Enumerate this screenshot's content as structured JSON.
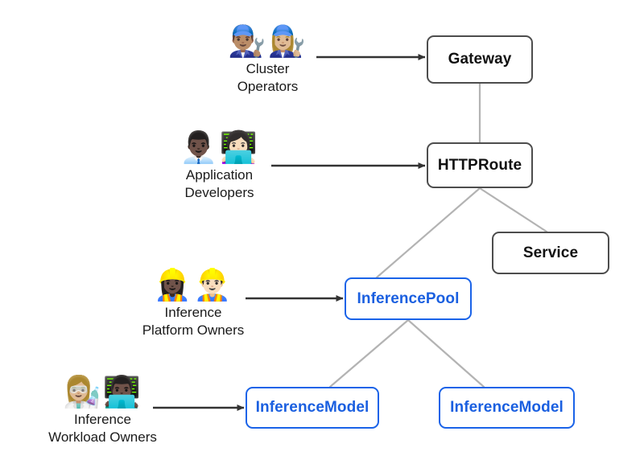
{
  "diagram": {
    "title": "Gateway API Inference Extension resource model and personas",
    "background_color": "#ffffff",
    "accent_color": "#1a5fe0",
    "neutral_color": "#4d4d4d",
    "edge_color": "#b3b3b3",
    "arrow_color": "#333333"
  },
  "nodes": [
    {
      "id": "gateway",
      "label": "Gateway",
      "style": "neutral"
    },
    {
      "id": "httproute",
      "label": "HTTPRoute",
      "style": "neutral"
    },
    {
      "id": "service",
      "label": "Service",
      "style": "neutral"
    },
    {
      "id": "inferencepool",
      "label": "InferencePool",
      "style": "accent"
    },
    {
      "id": "inferencemodel_1",
      "label": "InferenceModel",
      "style": "accent"
    },
    {
      "id": "inferencemodel_2",
      "label": "InferenceModel",
      "style": "accent"
    }
  ],
  "personas": [
    {
      "id": "cluster_operators",
      "label": "Cluster\nOperators",
      "emoji": "👨🏽‍🔧👩🏼‍🔧",
      "icon_names": [
        "man-mechanic-icon",
        "woman-mechanic-icon"
      ],
      "target": "Gateway"
    },
    {
      "id": "application_developers",
      "label": "Application\nDevelopers",
      "emoji": "👨🏿‍💼👩🏻‍💻",
      "icon_names": [
        "man-office-worker-icon",
        "woman-technologist-icon"
      ],
      "target": "HTTPRoute"
    },
    {
      "id": "inference_platform_owners",
      "label": "Inference\nPlatform Owners",
      "emoji": "👷🏿‍♀️👷🏻‍♂️",
      "icon_names": [
        "woman-construction-worker-icon",
        "man-construction-worker-icon"
      ],
      "target": "InferencePool"
    },
    {
      "id": "inference_workload_owners",
      "label": "Inference\nWorkload Owners",
      "emoji": "👩🏼‍🔬👨🏿‍💻",
      "icon_names": [
        "woman-scientist-icon",
        "man-technologist-icon"
      ],
      "target": "InferenceModel"
    }
  ],
  "edges": [
    {
      "from": "Gateway",
      "to": "HTTPRoute",
      "kind": "link"
    },
    {
      "from": "HTTPRoute",
      "to": "InferencePool",
      "kind": "link"
    },
    {
      "from": "HTTPRoute",
      "to": "Service",
      "kind": "link"
    },
    {
      "from": "InferencePool",
      "to": "InferenceModel",
      "kind": "link"
    },
    {
      "from": "InferencePool",
      "to": "InferenceModel",
      "kind": "link"
    }
  ],
  "arrows": [
    {
      "from": "Cluster Operators",
      "to": "Gateway"
    },
    {
      "from": "Application Developers",
      "to": "HTTPRoute"
    },
    {
      "from": "Inference Platform Owners",
      "to": "InferencePool"
    },
    {
      "from": "Inference Workload Owners",
      "to": "InferenceModel"
    }
  ]
}
